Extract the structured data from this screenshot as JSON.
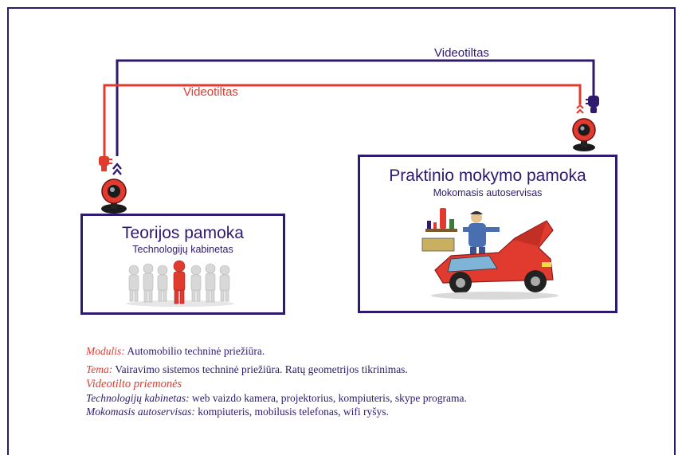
{
  "links": {
    "blue_label": "Videotiltas",
    "red_label": "Videotiltas",
    "blue_color": "#2e1a6e",
    "red_color": "#e03b2e"
  },
  "theory_box": {
    "title": "Teorijos pamoka",
    "subtitle": "Technologijų kabinetas",
    "image": "people-group-illustration"
  },
  "practice_box": {
    "title": "Praktinio mokymo pamoka",
    "subtitle": "Mokomasis autoservisas",
    "image": "mechanic-repairing-car-illustration"
  },
  "icons": {
    "webcam": "webcam-icon",
    "connector_red": "plug-icon",
    "connector_blue": "plug-icon"
  },
  "notes": {
    "module_key": "Modulis:",
    "module_value": " Automobilio techninė priežiūra.",
    "topic_key": "Tema:",
    "topic_value": " Vairavimo sistemos techninė priežiūra. Ratų geometrijos tikrinimas.",
    "tools_heading": "Videotilto priemonės",
    "tech_key": "Technologijų kabinetas:",
    "tech_value": " web vaizdo kamera, projektorius, kompiuteris, skype programa.",
    "service_key": "Mokomasis autoservisas:",
    "service_value": " kompiuteris, mobilusis telefonas, wifi ryšys."
  }
}
